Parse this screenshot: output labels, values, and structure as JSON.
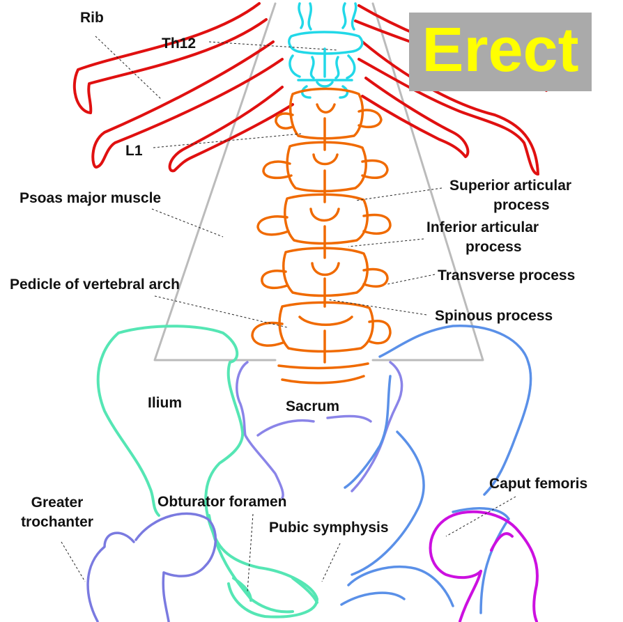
{
  "badge": {
    "text": "Erect",
    "bg": "#aaaaaa",
    "fg": "#ffff00"
  },
  "colors": {
    "rib": "#e01010",
    "thoracic": "#22d8e8",
    "lumbar": "#f06a00",
    "psoas": "#bbbbbb",
    "ilium": "#55e6b4",
    "sacrum": "#8a84e8",
    "pelvis_right": "#5a90e8",
    "femur_left": "#7a7ae0",
    "caput": "#cc10e0"
  },
  "labels": {
    "rib": "Rib",
    "th12": "Th12",
    "l1": "L1",
    "psoas": "Psoas major muscle",
    "superior_1": "Superior articular",
    "superior_2": "process",
    "inferior_1": "Inferior articular",
    "inferior_2": "process",
    "transverse": "Transverse process",
    "pedicle": "Pedicle of vertebral arch",
    "spinous": "Spinous process",
    "ilium": "Ilium",
    "sacrum": "Sacrum",
    "caput": "Caput femoris",
    "greater_1": "Greater",
    "greater_2": "trochanter",
    "obturator": "Obturator foramen",
    "pubic": "Pubic symphysis"
  }
}
